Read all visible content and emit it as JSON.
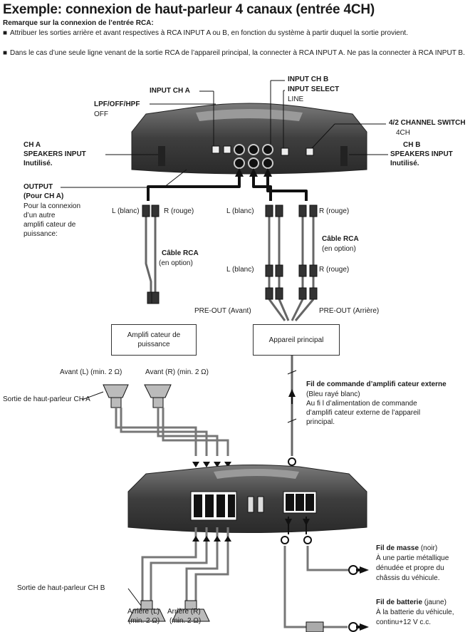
{
  "title": "Exemple: connexion de haut-parleur 4 canaux (entrée 4CH)",
  "note": {
    "heading": "Remarque sur la connexion de l’entrée RCA:",
    "bullets": [
      "Attribuer les sorties arrière et avant respectives à RCA INPUT A ou B, en fonction du système à partir duquel la sortie provient.",
      "Dans le cas d’une seule ligne venant de la sortie RCA de l’appareil principal, la connecter à RCA INPUT A. Ne pas la connecter à RCA INPUT B."
    ],
    "bullet_symbol": "■"
  },
  "amp_top": {
    "input_ch_a": "INPUT CH A",
    "input_ch_b": "INPUT CH B",
    "input_select": "INPUT SELECT",
    "input_select_value": "LINE",
    "lpf_off_hpf": "LPF/OFF/HPF",
    "lpf_value": "OFF",
    "channel_switch": "4/2 CHANNEL SWITCH",
    "channel_switch_value": "4CH",
    "ch_a": "CH A",
    "speakers_input": "SPEAKERS INPUT",
    "unused": "Inutilisé.",
    "ch_b": "CH B",
    "output": "OUTPUT",
    "output_sub": "(Pour CH A)",
    "output_desc": [
      "Pour la connexion",
      "d’un autre",
      "amplifi cateur de",
      "puissance:"
    ]
  },
  "cables": {
    "l_blanc": "L (blanc)",
    "r_rouge": "R (rouge)",
    "cable_rca": "Câble RCA",
    "en_option": "(en option)",
    "pre_out_avant": "PRE-OUT (Avant)",
    "pre_out_arriere": "PRE-OUT (Arrière)"
  },
  "boxes": {
    "ampli": [
      "Amplifi cateur de",
      "puissance"
    ],
    "appareil": "Appareil principal"
  },
  "remote": {
    "title": "Fil de commande d’amplifi cateur externe",
    "color": "(Bleu rayé blanc)",
    "desc": [
      "Au fi l d’alimentation de commande",
      "d’amplifi cateur externe de l’appareil",
      "principal."
    ]
  },
  "speakers": {
    "avant_l": "Avant (L) (min. 2 Ω)",
    "avant_r": "Avant (R) (min. 2 Ω)",
    "sortie_ch_a": "Sortie de haut-parleur CH A",
    "sortie_ch_b": "Sortie de haut-parleur CH B",
    "arriere_l": [
      "Arrière (L)",
      "(min. 2 Ω)"
    ],
    "arriere_r": [
      "Arrière (R)",
      "(min. 2 Ω)"
    ]
  },
  "ground": {
    "title": "Fil de masse",
    "color": "(noir)",
    "desc": [
      "À une partie métallique",
      "dénudée et propre du",
      "châssis du véhicule."
    ]
  },
  "battery": {
    "title": "Fil de batterie",
    "color": "(jaune)",
    "desc": [
      "À la batterie du véhicule,",
      "continu+12 V c.c."
    ]
  },
  "colors": {
    "amp_body": "#4a4a4a",
    "amp_dark": "#2b2b2b",
    "cable": "#6e6e6e",
    "line": "#1a1a1a"
  }
}
